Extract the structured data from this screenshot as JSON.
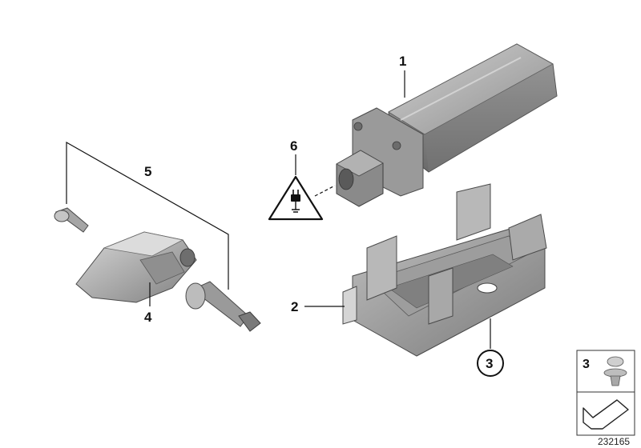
{
  "diagram": {
    "callouts": {
      "c1": "1",
      "c2": "2",
      "c3": "3",
      "c4": "4",
      "c5": "5",
      "c6": "6"
    },
    "legend": {
      "clip_number": "3"
    },
    "document_number": "232165"
  },
  "icons": {
    "warning": "electrical-plug-warning-icon",
    "clip": "plastic-clip-icon",
    "arrow": "direction-arrow-icon"
  }
}
